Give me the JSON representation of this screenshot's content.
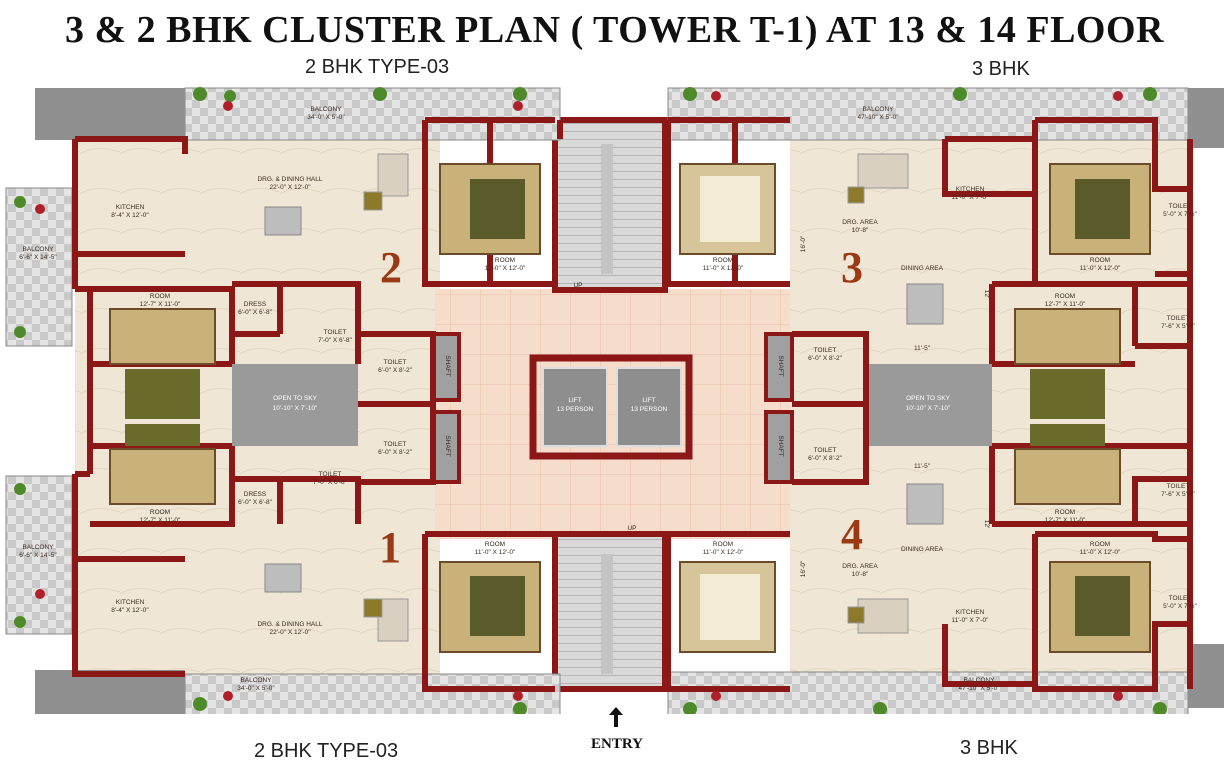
{
  "title": "3 & 2 BHK CLUSTER PLAN ( TOWER T-1) AT 13 & 14 FLOOR",
  "headings": {
    "top_left": "2 BHK TYPE-03",
    "top_right": "3 BHK",
    "bottom_left": "2 BHK TYPE-03",
    "bottom_right": "3 BHK"
  },
  "entry": "ENTRY",
  "unit_numbers": {
    "u1": "1",
    "u2": "2",
    "u3": "3",
    "u4": "4"
  },
  "labels": {
    "balcony_top_left": [
      "BALCONY",
      "34'-0\" X 5'-0\""
    ],
    "balcony_top_right": [
      "BALCONY",
      "47'-10\" X 5'-0\""
    ],
    "balcony_bottom_left": [
      "BALCONY",
      "34'-0\" X 5'-0\""
    ],
    "balcony_bottom_right": [
      "BALCONY",
      "47'-10\" X 5'-0\""
    ],
    "balcony_side_upper": [
      "BALCONY",
      "6'-6\" X 14'-5\""
    ],
    "balcony_side_lower": [
      "BALCONY",
      "6'-6\" X 14'-5\""
    ],
    "kitchen_u2": [
      "KITCHEN",
      "8'-4\" X 12'-0\""
    ],
    "kitchen_u1": [
      "KITCHEN",
      "8'-4\" X 12'-0\""
    ],
    "hall_u2": [
      "DRG. & DINING HALL",
      "22'-0\" X 12'-0\""
    ],
    "hall_u1": [
      "DRG. & DINING HALL",
      "22'-0\" X 12'-0\""
    ],
    "room_u2_top": [
      "ROOM",
      "11'-0\" X 12'-0\""
    ],
    "room_u1_bottom": [
      "ROOM",
      "11'-0\" X 12'-0\""
    ],
    "room_u2_left": [
      "ROOM",
      "12'-7\" X 11'-0\""
    ],
    "room_u1_left": [
      "ROOM",
      "12'-7\" X 11'-0\""
    ],
    "dress_u2": [
      "DRESS",
      "6'-0\" X 6'-8\""
    ],
    "dress_u1": [
      "DRESS",
      "6'-0\" X 6'-8\""
    ],
    "toilet_u2": [
      "TOILET",
      "7'-0\" X 6'-8\""
    ],
    "toilet_u1": [
      "TOILET",
      "7'-0\" X 6'-8\""
    ],
    "toilet_left_a": [
      "TOILET",
      "6'-0\" X 8'-2\""
    ],
    "toilet_left_b": [
      "TOILET",
      "6'-0\" X 8'-2\""
    ],
    "toilet_right_a": [
      "TOILET",
      "6'-0\" X 8'-2\""
    ],
    "toilet_right_b": [
      "TOILET",
      "6'-0\" X 8'-2\""
    ],
    "open_to_sky": [
      "OPEN TO SKY",
      "10'-10\" X 7'-10\""
    ],
    "shaft": "SHAFT",
    "lift": [
      "LIFT",
      "13 PERSON"
    ],
    "up": "UP",
    "room_u3_top_left": [
      "ROOM",
      "11'-0\" X 12'-0\""
    ],
    "room_u4_bottom_left": [
      "ROOM",
      "11'-0\" X 12'-0\""
    ],
    "drg_area": [
      "DRG. AREA",
      "10'-8\""
    ],
    "dining_area": "DINING AREA",
    "kitchen_u3": [
      "KITCHEN",
      "11'-0\" X 7'-0\""
    ],
    "kitchen_u4": [
      "KITCHEN",
      "11'-0\" X 7'-0\""
    ],
    "room_u3_right": [
      "ROOM",
      "11'-0\" X 12'-0\""
    ],
    "room_u4_right": [
      "ROOM",
      "11'-0\" X 12'-0\""
    ],
    "room_u3_mid": [
      "ROOM",
      "12'-7\" X 11'-0\""
    ],
    "room_u4_mid": [
      "ROOM",
      "12'-7\" X 11'-0\""
    ],
    "toilet_u3_top": [
      "TOILET",
      "5'-0\" X 7'-6\""
    ],
    "toilet_u4_bottom": [
      "TOILET",
      "5'-0\" X 7'-6\""
    ],
    "toilet_u3_mid": [
      "TOILET",
      "7'-6\" X 5'-0\""
    ],
    "toilet_u4_mid": [
      "TOILET",
      "7'-6\" X 5'-0\""
    ],
    "dim_11_5": "11'-5\"",
    "dim_12": "12'",
    "dim_16_0": "16'-0\""
  },
  "colors": {
    "wall": "#8c1717",
    "floor": "#efe6d6",
    "corridor": "#f4d7c4",
    "sky": "#9a9a9a",
    "balcony_tile": "#d8d8d8",
    "unit_number": "#9a3a14"
  }
}
